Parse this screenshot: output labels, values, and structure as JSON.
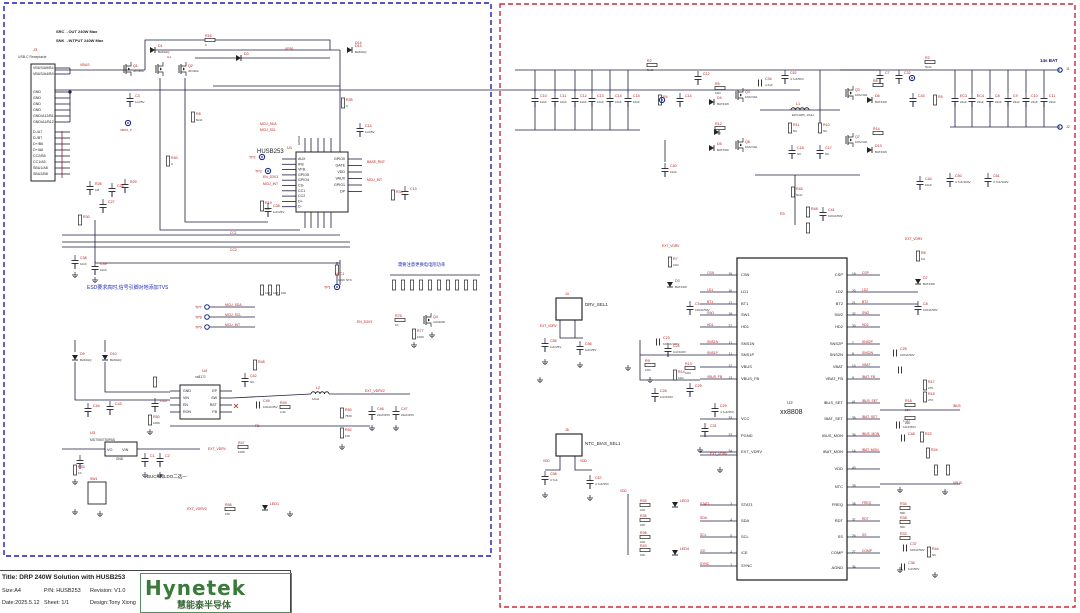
{
  "left_notes": {
    "src": "SRC→OUT 240W Max",
    "snk": "SNK→INTPUT 240W Max",
    "esd": "ESD要求高时,信号引脚对地添加TVS",
    "buck": "BUCK和LDO二选一",
    "batnote": "需要注意更换电电阻功率"
  },
  "conn": {
    "ref": "J3",
    "name": "USB-C Receptacle",
    "pins": [
      "VBUS/A9/B4",
      "VBUS/A4/B9",
      "GND",
      "GND",
      "GND",
      "GND",
      "GND/A12/B1",
      "GND/A1/B12",
      "D-/A7",
      "D-/B7",
      "D+/B6",
      "D+/A6",
      "CC2/B5",
      "CC1/A5",
      "SBU1/A8",
      "SBU2/B8"
    ]
  },
  "u1": {
    "ref": "U1",
    "name": "HUSB253",
    "pins_l": [
      "AUX",
      "IFB",
      "VFB",
      "GPIO5",
      "GPIO4",
      "CS-",
      "CC1",
      "CC2",
      "D+",
      "D-"
    ],
    "pins_r": [
      "GPIO0",
      "GATE",
      "VDD",
      "VAUX",
      "GPIO1",
      "DP"
    ]
  },
  "u2": {
    "ref": "U2",
    "name": "xx8808",
    "pins_l": [
      [
        "CSN",
        "15"
      ],
      [
        "LD1",
        "16"
      ],
      [
        "BT1",
        "17"
      ],
      [
        "SW1",
        "18"
      ],
      [
        "HD1",
        "27"
      ],
      [
        "SNS1N",
        "11"
      ],
      [
        "SNS1P",
        "11"
      ],
      [
        "VBUS",
        "12"
      ],
      [
        "VBUS_FB",
        "13"
      ],
      [
        "VCC",
        "33"
      ],
      [
        "PGND",
        "23"
      ],
      [
        "EXT_VDRV",
        "24"
      ],
      [
        "STAT1",
        "3"
      ],
      [
        "SDA",
        "4"
      ],
      [
        "SCL",
        "5"
      ],
      [
        "/CE",
        "4"
      ],
      [
        "SYNC",
        "1"
      ]
    ],
    "pins_r": [
      [
        "CSP",
        "19"
      ],
      [
        "LD2",
        "20"
      ],
      [
        "BT2",
        "21"
      ],
      [
        "SW2",
        "32"
      ],
      [
        "HD2",
        "30"
      ],
      [
        "SNS2P",
        "7"
      ],
      [
        "SNS2N",
        "8"
      ],
      [
        "VBAT",
        "10"
      ],
      [
        "VBAT_FB",
        "9"
      ],
      [
        "IBUS_SET",
        "41"
      ],
      [
        "IBAT_SET",
        "35"
      ],
      [
        "IBUS_MON",
        "36"
      ],
      [
        "IBAT_MON",
        "14"
      ],
      [
        "VDD",
        "40"
      ],
      [
        "NTC",
        "39"
      ],
      [
        "FREQ",
        "38"
      ],
      [
        "RDT",
        "37"
      ],
      [
        "SS",
        "26"
      ],
      [
        "COMP",
        "27"
      ],
      [
        "AGND",
        "34"
      ]
    ]
  },
  "u4": {
    "ref": "U4",
    "name": "xx8171",
    "pins_l": [
      "GND",
      "VIN",
      "EN",
      "RON"
    ],
    "pins_r": [
      "EP",
      "SW",
      "BST",
      "FB"
    ]
  },
  "u3": {
    "ref": "U3",
    "name": "MD7050T50PAS",
    "pins": [
      "VO",
      "VIN",
      "GND"
    ]
  },
  "j4": {
    "ref": "J4",
    "title": "DRV_SEL1"
  },
  "j5": {
    "ref": "J5",
    "title": "NTC_BIAS_SEL1"
  },
  "nets": [
    "VBUS",
    "VFB",
    "VBUS_DIV",
    "VBAT",
    "IBUS_SET",
    "IBAT_SET",
    "IBUS_MON",
    "IBAT_MON",
    "SNS1N",
    "SNS1P",
    "SNS2P",
    "SNS2N",
    "CSP",
    "CSN",
    "HD1",
    "HD2",
    "LD1",
    "LD2",
    "BT1",
    "BT2",
    "SW1",
    "SW2",
    "NTC",
    "FREQ",
    "RDT",
    "SS",
    "COMP",
    "SDA",
    "SCL",
    "EN_5V3",
    "EXT_VDRV",
    "IBUS_FB",
    "IBAT_FB",
    "VBAT_FB",
    "MCU_SDA",
    "MCU_SCL",
    "MCU_INT",
    "PC5",
    "PE3",
    "P0",
    "PGND"
  ],
  "bat": {
    "label": "14s BAT",
    "j1": "J1",
    "j2": "J2"
  },
  "inductors": [
    {
      "ref": "L1",
      "val": "EPC3325_10uH"
    },
    {
      "ref": "L2",
      "val": "10uH"
    }
  ],
  "tps": [
    "TP1",
    "TP2",
    "TP3",
    "TP4",
    "TP5",
    "TP6",
    "TP7",
    "TP8",
    "TP9",
    "TP10",
    "NTC1"
  ],
  "title_block": {
    "title": "Title: DRP 240W Solution with HUSB253",
    "size": "Size:A4",
    "pn": "P/N:  HUSB253",
    "rev": "Revision:  V1.0",
    "date": "Date:2025.5.12",
    "sheet": "Sheet:  1/1",
    "design": "Design:Tony Xiong",
    "logo": "Hynetek",
    "logo_cn": "慧能泰半导体"
  },
  "colors": {
    "left_frame": "#1a1ab8",
    "right_frame": "#cc2a3a",
    "wire": "#1c1c40",
    "part": "#222222",
    "ref": "#b01818",
    "net": "#c01818",
    "value": "#333333",
    "chip_fill": "#ffffff"
  }
}
